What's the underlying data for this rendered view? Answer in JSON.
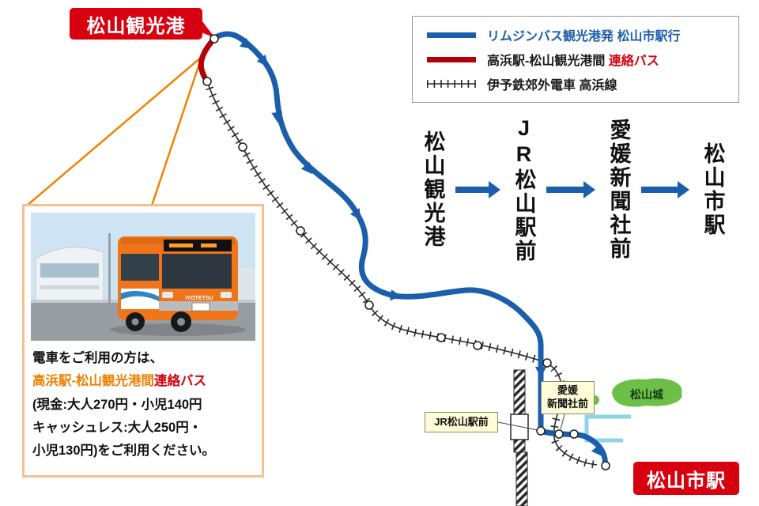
{
  "badges": {
    "port": "松山観光港",
    "city": "松山市駅"
  },
  "legend": {
    "limousine": "リムジンバス観光港発 松山市駅行",
    "renraku_prefix": "高浜駅-松山観光港間 ",
    "renraku_highlight": "連絡バス",
    "railway": "伊予鉄郊外電車 高浜線"
  },
  "route_diagram": {
    "stops": [
      {
        "label": "松山観光港"
      },
      {
        "label": "JR松山駅前"
      },
      {
        "label": "愛媛新聞社前"
      },
      {
        "label": "松山市駅"
      }
    ]
  },
  "map_labels": {
    "jr_matsuyama": "JR松山駅前",
    "ehime_line1": "愛媛",
    "ehime_line2": "新聞社前",
    "castle": "松山城"
  },
  "callout": {
    "line1": "電車をご利用の方は、",
    "line2_orange": "高浜駅-松山観光港間",
    "line2_red": "連絡バス",
    "line3": "(現金:大人270円・小児140円",
    "line4": "キャッシュレス:大人250円・",
    "line5": "小児130円)をご利用ください。",
    "bus_brand": "IYOTETSU"
  },
  "colors": {
    "limousine_blue": "#1b5eab",
    "renraku_red": "#b30005",
    "badge_red": "#d7000f",
    "highlight_orange": "#ef8200",
    "label_yellow": "#fffcd8",
    "castle_green": "#6cbf47",
    "tram_cyan": "#8ad6e6"
  }
}
